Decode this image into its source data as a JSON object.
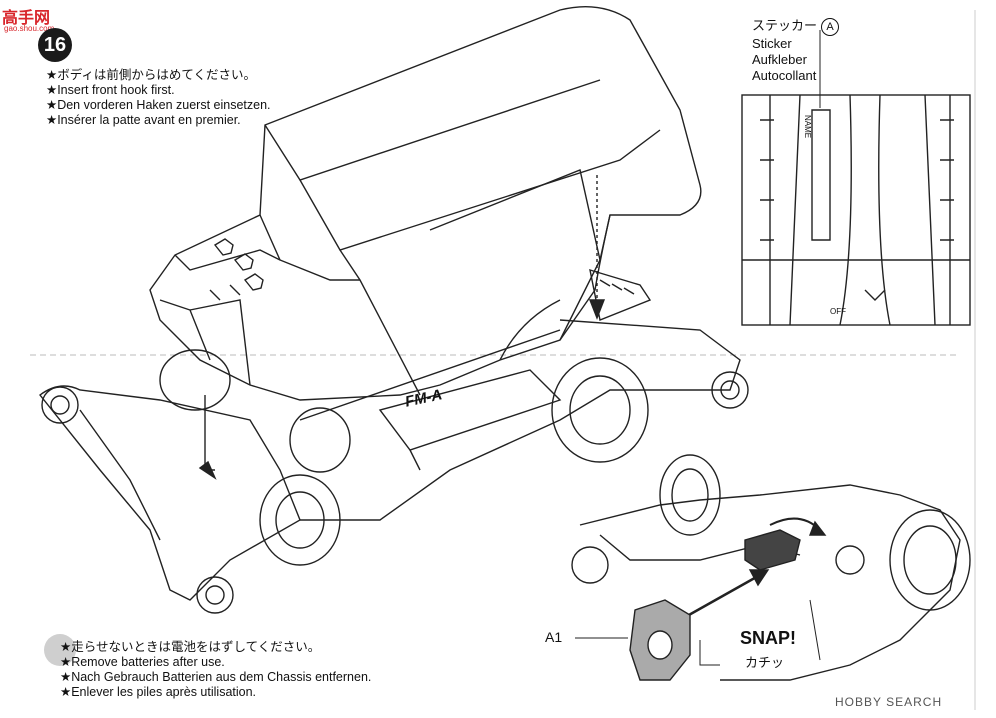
{
  "header": {
    "site_logo": "高手网",
    "site_domain": "gao.shou.com",
    "step_number": "16"
  },
  "top_note": {
    "jp": "★ボディは前側からはめてください。",
    "en": "★Insert front hook first.",
    "de": "★Den vorderen Haken zuerst einsetzen.",
    "fr": "★Insérer la patte avant en premier."
  },
  "sticker": {
    "jp": "ステッカー",
    "letter": "A",
    "en": "Sticker",
    "de": "Aufkleber",
    "fr": "Autocollant",
    "name_label": "NAME",
    "off_label": "OFF"
  },
  "chassis_label": "FM-A",
  "bottom_note": {
    "jp": "★走らせないときは電池をはずしてください。",
    "en": "★Remove batteries after use.",
    "de": "★Nach Gebrauch Batterien aus dem Chassis entfernen.",
    "fr": "★Enlever les piles après utilisation."
  },
  "part_callout": "A1",
  "snap": {
    "en": "SNAP!",
    "jp": "カチッ"
  },
  "watermark": "HOBBY SEARCH"
}
